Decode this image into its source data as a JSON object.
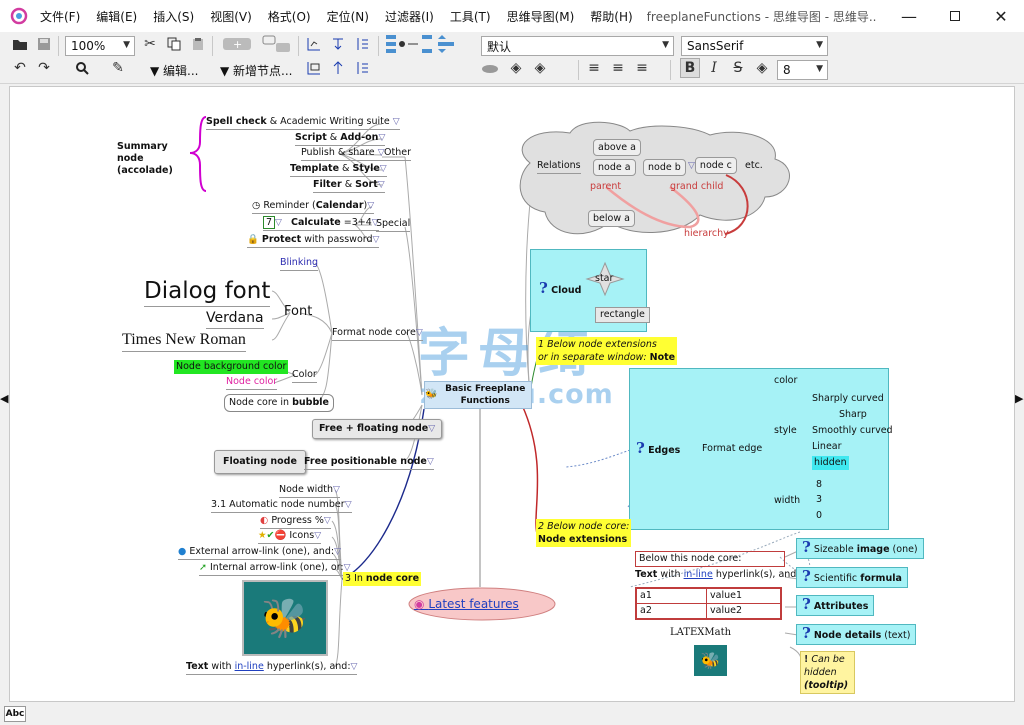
{
  "window": {
    "title": "freeplaneFunctions - 思维导图 - 思维导...",
    "minimize_icon": "minimize-icon",
    "maximize_icon": "maximize-icon",
    "close_icon": "close-icon"
  },
  "menu": [
    "文件(F)",
    "编辑(E)",
    "插入(S)",
    "视图(V)",
    "格式(O)",
    "定位(N)",
    "过滤器(I)",
    "工具(T)",
    "思维导图(M)",
    "帮助(H)"
  ],
  "toolbar": {
    "zoom": "100%",
    "edit_label": "编辑...",
    "new_node_label": "新增节点...",
    "style_value": "默认",
    "font_value": "SansSerif",
    "font_size": "8"
  },
  "map": {
    "root": "Basic Freeplane Functions",
    "left": {
      "summary": "Summary node (accolade)",
      "other": {
        "label": "Other",
        "items": [
          "Spell check",
          "& Academic Writing suite",
          "Script",
          "&",
          "Add-on",
          "Publish & share",
          "Template",
          "&",
          "Style",
          "Filter",
          "&",
          "Sort"
        ]
      },
      "special": {
        "label": "Special",
        "reminder": "Reminder (",
        "reminder_bold": "Calendar",
        "reminder_end": ")",
        "calc_value": "7",
        "calculate": "Calculate",
        "calculate_expr": "=3+4",
        "protect": "Protect",
        "protect_end": "with password"
      },
      "format": {
        "label": "Format node core",
        "blinking": "Blinking",
        "font_label": "Font",
        "dialog_font": "Dialog font",
        "verdana": "Verdana",
        "times": "Times New Roman",
        "color_label": "Color",
        "bg_color": "Node background color",
        "node_color": "Node color",
        "bubble": "Node core in",
        "bubble_bold": "bubble"
      },
      "free_floating": "Free + floating node",
      "floating": "Floating node",
      "free_positionable": "Free positionable node",
      "in_node_core": {
        "label": "3 In",
        "label_bold": "node core",
        "items": [
          "Node width",
          "3.1 Automatic node number",
          "Progress %",
          "Icons",
          "External arrow-link (one), and:",
          "Internal arrow-link (one), or:"
        ],
        "text_bold": "Text",
        "text_mid": "with",
        "text_link": "in-line",
        "text_end": "hyperlink(s), and:"
      },
      "latest": "Latest features"
    },
    "right": {
      "relations": {
        "label": "Relations",
        "above": "above a",
        "node_a": "node a",
        "node_b": "node b",
        "node_c": "node c",
        "etc": "etc.",
        "below": "below a",
        "parent": "parent",
        "grand_child": "grand child",
        "hierarchy": "hierarchy"
      },
      "cloud": {
        "label": "Cloud",
        "star": "star",
        "rectangle": "rectangle"
      },
      "note1": {
        "line1": "1 Below node extensions",
        "line2": "or in separate window:",
        "bold": "Note"
      },
      "edges": {
        "label": "Edges",
        "format_edge": "Format edge",
        "color": "color",
        "style": "style",
        "width": "width",
        "styles": [
          "Sharply curved",
          "Sharp",
          "Smoothly curved",
          "Linear",
          "hidden"
        ],
        "widths": [
          "8",
          "3",
          "0"
        ]
      },
      "note2": {
        "line1": "2 Below node core:",
        "bold": "Node extensions"
      },
      "below_core": {
        "title": "Below this node core:",
        "text_bold": "Text",
        "text_mid": "with",
        "text_link": "in-line",
        "text_end": "hyperlink(s), and:",
        "table": [
          [
            "a1",
            "value1"
          ],
          [
            "a2",
            "value2"
          ]
        ],
        "latex": "LATEXMath"
      },
      "extensions": [
        {
          "pre": "Sizeable",
          "bold": "image",
          "post": "(one)"
        },
        {
          "pre": "Scientific",
          "bold": "formula",
          "post": ""
        },
        {
          "pre": "",
          "bold": "Attributes",
          "post": ""
        },
        {
          "pre": "",
          "bold": "Node details",
          "post": "(text)"
        }
      ],
      "tooltip": {
        "line1": "Can be",
        "line2": "hidden",
        "bold": "(tooltip)"
      }
    },
    "watermark": {
      "cn": "字母绮",
      "url": "zimupu.com"
    }
  },
  "status": {
    "abc": "Abc"
  },
  "colors": {
    "cyan": "#a6f2f6",
    "edge_red": "#c0282a",
    "accent_yellow": "#ffff33"
  }
}
